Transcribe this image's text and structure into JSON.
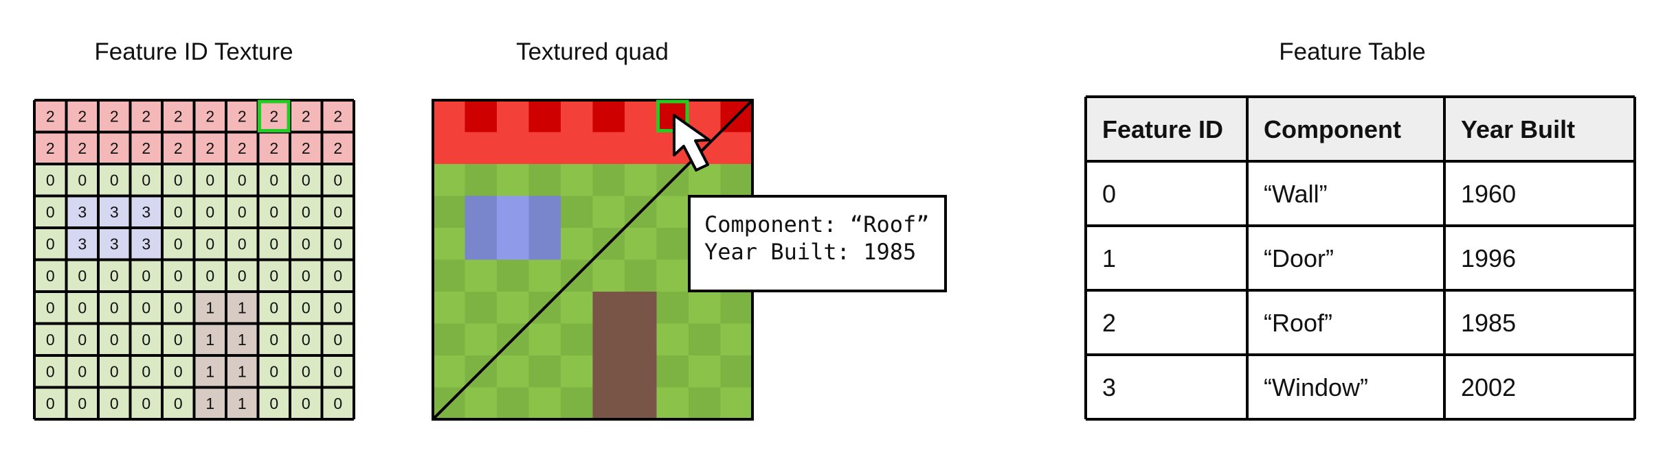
{
  "titles": {
    "texture": "Feature ID Texture",
    "quad": "Textured quad",
    "table": "Feature Table"
  },
  "feature_id_grid": [
    [
      2,
      2,
      2,
      2,
      2,
      2,
      2,
      2,
      2,
      2
    ],
    [
      2,
      2,
      2,
      2,
      2,
      2,
      2,
      2,
      2,
      2
    ],
    [
      0,
      0,
      0,
      0,
      0,
      0,
      0,
      0,
      0,
      0
    ],
    [
      0,
      3,
      3,
      3,
      0,
      0,
      0,
      0,
      0,
      0
    ],
    [
      0,
      3,
      3,
      3,
      0,
      0,
      0,
      0,
      0,
      0
    ],
    [
      0,
      0,
      0,
      0,
      0,
      0,
      0,
      0,
      0,
      0
    ],
    [
      0,
      0,
      0,
      0,
      0,
      1,
      1,
      0,
      0,
      0
    ],
    [
      0,
      0,
      0,
      0,
      0,
      1,
      1,
      0,
      0,
      0
    ],
    [
      0,
      0,
      0,
      0,
      0,
      1,
      1,
      0,
      0,
      0
    ],
    [
      0,
      0,
      0,
      0,
      0,
      1,
      1,
      0,
      0,
      0
    ]
  ],
  "feature_colors": {
    "0": "#dbeac4",
    "1": "#d7cbc3",
    "2": "#f4b8b8",
    "3": "#d6d7f1"
  },
  "highlight_color": "#22cc22",
  "highlighted_cell": {
    "row": 0,
    "col": 7
  },
  "quad_colors": {
    "roof_a": "#f3413a",
    "roof_b": "#cf0000",
    "grass_a": "#8bc34a",
    "grass_b": "#7cb342",
    "window_a": "#7986cb",
    "window_b": "#8f9ae8",
    "door": "#795548"
  },
  "tooltip": {
    "line1": "Component: “Roof”",
    "line2": "Year Built: 1985"
  },
  "table": {
    "headers": [
      "Feature ID",
      "Component",
      "Year Built"
    ],
    "rows": [
      [
        "0",
        "“Wall”",
        "1960"
      ],
      [
        "1",
        "“Door”",
        "1996"
      ],
      [
        "2",
        "“Roof”",
        "1985"
      ],
      [
        "3",
        "“Window”",
        "2002"
      ]
    ],
    "header_bg": "#eeeeee"
  }
}
